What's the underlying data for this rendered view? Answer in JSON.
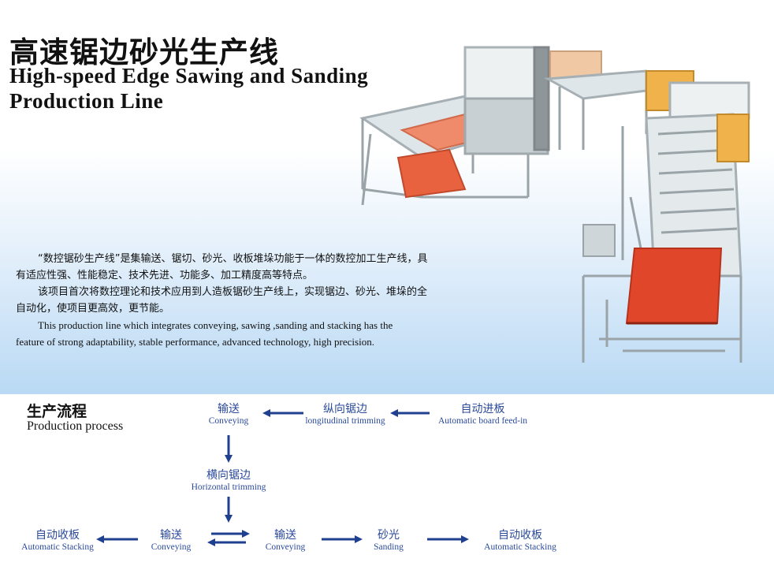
{
  "header": {
    "title_cn": "高速锯边砂光生产线",
    "title_en_line1": "High-speed Edge Sawing and Sanding",
    "title_en_line2": "Production Line"
  },
  "description": {
    "para1": "“数控锯砂生产线”是集输送、锯切、砂光、收板堆垛功能于一体的数控加工生产线，具有适应性强、性能稳定、技术先进、功能多、加工精度高等特点。",
    "para2": "该项目首次将数控理论和技术应用到人造板锯砂生产线上，实现锯边、砂光、堆垛的全自动化，使项目更高效，更节能。",
    "para3_line1": "This production line which integrates conveying, sawing ,sanding and stacking has the",
    "para3_line2": "feature of strong adaptability, stable performance, advanced technology, high precision."
  },
  "process": {
    "title_cn": "生产流程",
    "title_en": "Production process",
    "steps": {
      "feed_in": {
        "cn": "自动进板",
        "en": "Automatic board feed-in"
      },
      "longitudinal": {
        "cn": "纵向锯边",
        "en": "longitudinal trimming"
      },
      "conveying1": {
        "cn": "输送",
        "en": "Conveying"
      },
      "horizontal": {
        "cn": "横向锯边",
        "en": "Horizontal trimming"
      },
      "conveying2": {
        "cn": "输送",
        "en": "Conveying"
      },
      "stacking_left": {
        "cn": "自动收板",
        "en": "Automatic Stacking"
      },
      "conveying3": {
        "cn": "输送",
        "en": "Conveying"
      },
      "sanding": {
        "cn": "砂光",
        "en": "Sanding"
      },
      "stacking_right": {
        "cn": "自动收板",
        "en": "Automatic Stacking"
      }
    }
  },
  "colors": {
    "flow_text": "#2b4a9a",
    "arrow": "#1f3f8f",
    "machine_frame": "#b9c2c6",
    "machine_board": "#e0462a"
  }
}
